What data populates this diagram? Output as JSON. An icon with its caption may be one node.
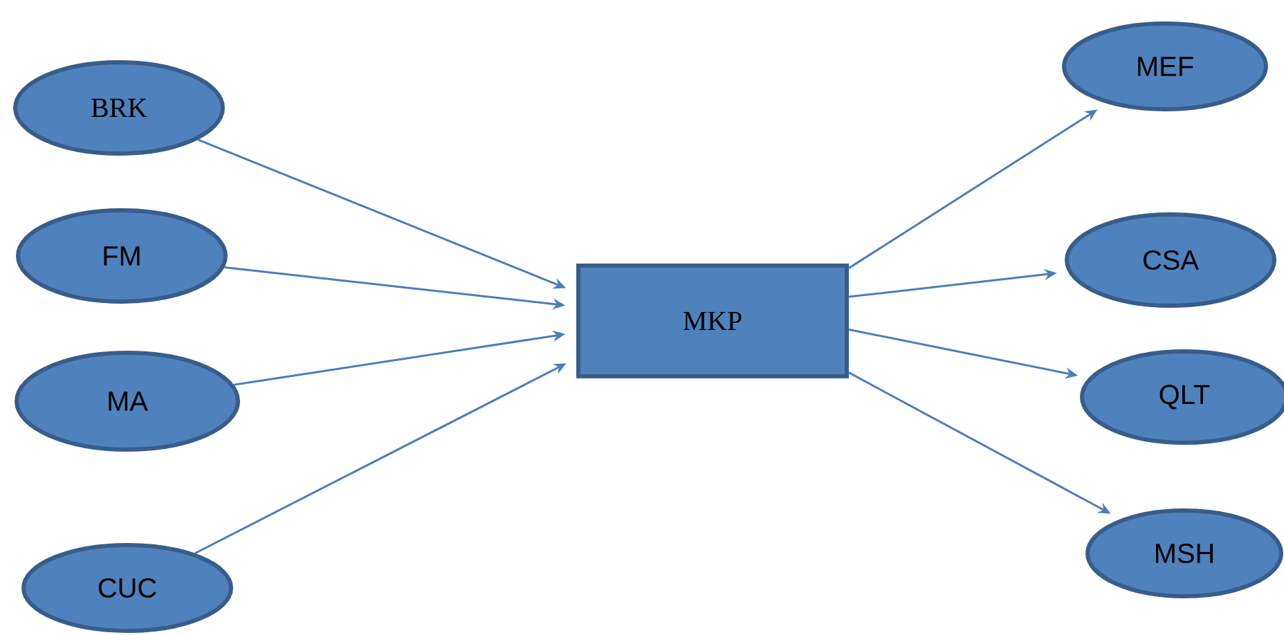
{
  "diagram": {
    "nodes": [
      {
        "text": [
          "BRK"
        ]
      },
      {
        "text": [
          "FM"
        ]
      },
      {
        "text": [
          "MA"
        ]
      },
      {
        "text": [
          "CUC"
        ]
      },
      {
        "text": [
          "MKP"
        ]
      },
      {
        "text": [
          "MEF"
        ]
      },
      {
        "text": [
          "CSA"
        ]
      },
      {
        "text": [
          "QLT"
        ]
      },
      {
        "text": [
          "MSH"
        ]
      }
    ],
    "edges": [
      {
        "from": 0,
        "to": 4,
        "arrow": "to"
      },
      {
        "from": 1,
        "to": 4,
        "arrow": "to"
      },
      {
        "from": 2,
        "to": 4,
        "arrow": "to"
      },
      {
        "from": 3,
        "to": 4,
        "arrow": "to"
      },
      {
        "from": 4,
        "to": 5,
        "arrow": "to"
      },
      {
        "from": 4,
        "to": 6,
        "arrow": "to"
      },
      {
        "from": 4,
        "to": 7,
        "arrow": "to"
      },
      {
        "from": 4,
        "to": 8,
        "arrow": "to"
      }
    ]
  }
}
